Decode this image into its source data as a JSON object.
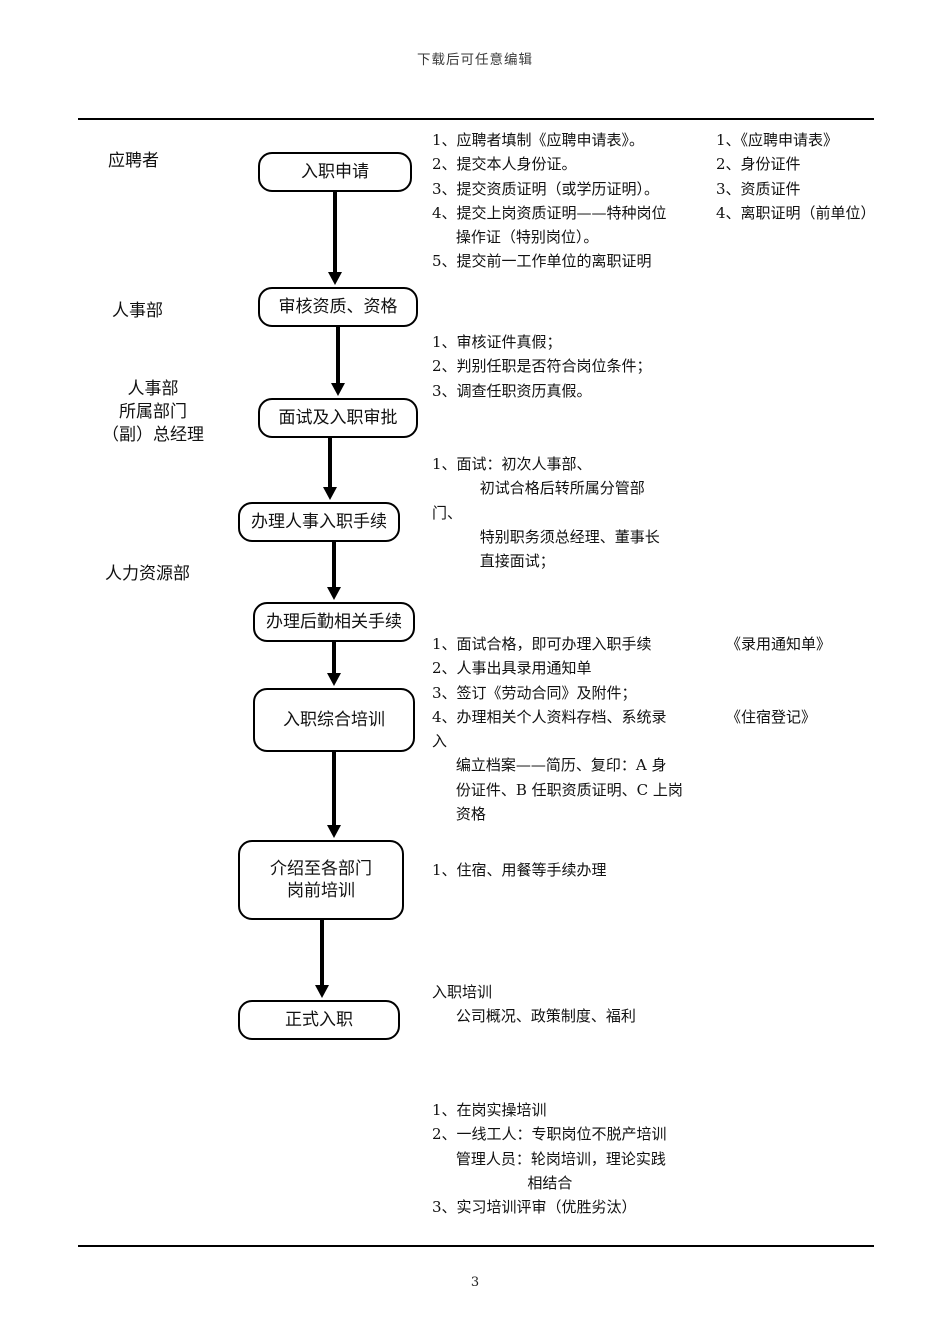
{
  "document": {
    "header_note": "下载后可任意编辑",
    "page_number": "3"
  },
  "roles": [
    {
      "name": "applicant",
      "label": "应聘者"
    },
    {
      "name": "hr-department",
      "label": "人事部"
    },
    {
      "name": "hr-dept-manager",
      "label": "人事部\n所属部门\n（副）总经理"
    },
    {
      "name": "human-resources",
      "label": "人力资源部"
    }
  ],
  "flow_steps": [
    {
      "name": "onboarding-application",
      "label": "入职申请"
    },
    {
      "name": "review-qualification",
      "label": "审核资质、资格"
    },
    {
      "name": "interview-approval",
      "label": "面试及入职审批"
    },
    {
      "name": "hr-onboarding-procedure",
      "label": "办理人事入职手续"
    },
    {
      "name": "logistics-procedure",
      "label": "办理后勤相关手续"
    },
    {
      "name": "comprehensive-training",
      "label": "入职综合培训"
    },
    {
      "name": "intro-to-departments",
      "label": "介绍至各部门\n岗前培训"
    },
    {
      "name": "formal-onboarding",
      "label": "正式入职"
    }
  ],
  "notes": {
    "application_requirements": "1、应聘者填制《应聘申请表》。\n2、提交本人身份证。\n3、提交资质证明（或学历证明）。\n4、提交上岗资质证明——特种岗位\n     操作证（特别岗位）。\n5、提交前一工作单位的离职证明",
    "application_documents": "1、《应聘申请表》\n2、身份证件\n3、资质证件\n4、离职证明（前单位）",
    "review_points": "1、审核证件真假；\n2、判别任职是否符合岗位条件；\n3、调查任职资历真假。",
    "interview_points": "1、面试：初次人事部、\n          初试合格后转所属分管部\n门、\n          特别职务须总经理、董事长\n          直接面试；",
    "hr_procedure_points": "1、面试合格，即可办理入职手续\n2、人事出具录用通知单\n3、签订《劳动合同》及附件；\n4、办理相关个人资料存档、系统录\n入\n     编立档案——简历、复印：A 身\n     份证件、B 任职资质证明、C 上岗\n     资格",
    "hr_procedure_doc_1": "《录用通知单》",
    "hr_procedure_doc_2": "《住宿登记》",
    "logistics_points": "1、住宿、用餐等手续办理",
    "orientation_training": "入职培训\n     公司概况、政策制度、福利",
    "on_job_training": "1、在岗实操培训\n2、一线工人：专职岗位不脱产培训\n     管理人员：轮岗培训，理论实践\n                    相结合\n3、实习培训评审（优胜劣汰）"
  }
}
